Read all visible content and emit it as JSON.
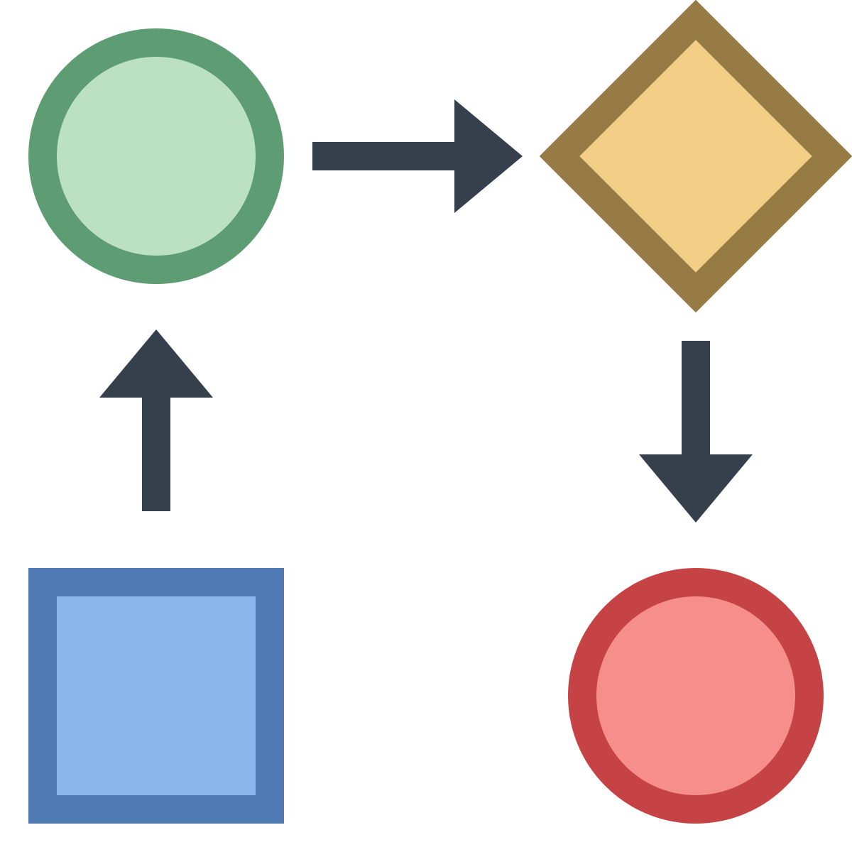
{
  "diagram": {
    "nodes": [
      {
        "id": "start-circle",
        "shape": "circle",
        "fill": "#bce1c0",
        "stroke": "#5e9d74"
      },
      {
        "id": "decision-diamond",
        "shape": "diamond",
        "fill": "#f3ce86",
        "stroke": "#967a43"
      },
      {
        "id": "end-circle",
        "shape": "circle",
        "fill": "#f68e8c",
        "stroke": "#c64345"
      },
      {
        "id": "process-square",
        "shape": "square",
        "fill": "#8bb6ec",
        "stroke": "#4e79b3"
      }
    ],
    "edges": [
      {
        "from": "start-circle",
        "to": "decision-diamond",
        "direction": "right"
      },
      {
        "from": "decision-diamond",
        "to": "end-circle",
        "direction": "down"
      },
      {
        "from": "process-square",
        "to": "start-circle",
        "direction": "up"
      }
    ],
    "arrow_color": "#36404d"
  }
}
